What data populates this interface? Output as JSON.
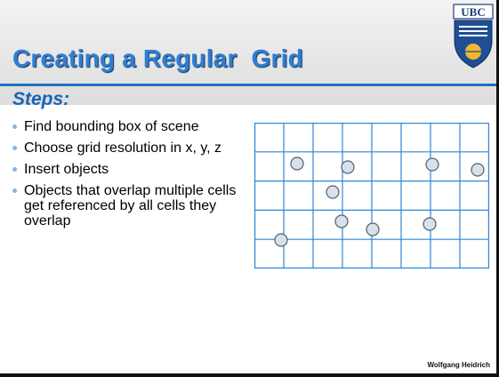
{
  "slide": {
    "title": "Creating a Regular  Grid",
    "logo_text": "UBC",
    "subheading": "Steps:",
    "bullets": [
      "Find bounding box of scene",
      "Choose grid resolution in x, y, z",
      "Insert objects",
      "Objects that overlap multiple cells get referenced by all cells they overlap"
    ],
    "footer": "Wolfgang Heidrich"
  },
  "colors": {
    "title": "#2e7fd3",
    "rule": "#1f6fc4",
    "grid": "#2f86d6",
    "circle_stroke": "#4b6478",
    "circle_fill": "#d8e0ea"
  }
}
